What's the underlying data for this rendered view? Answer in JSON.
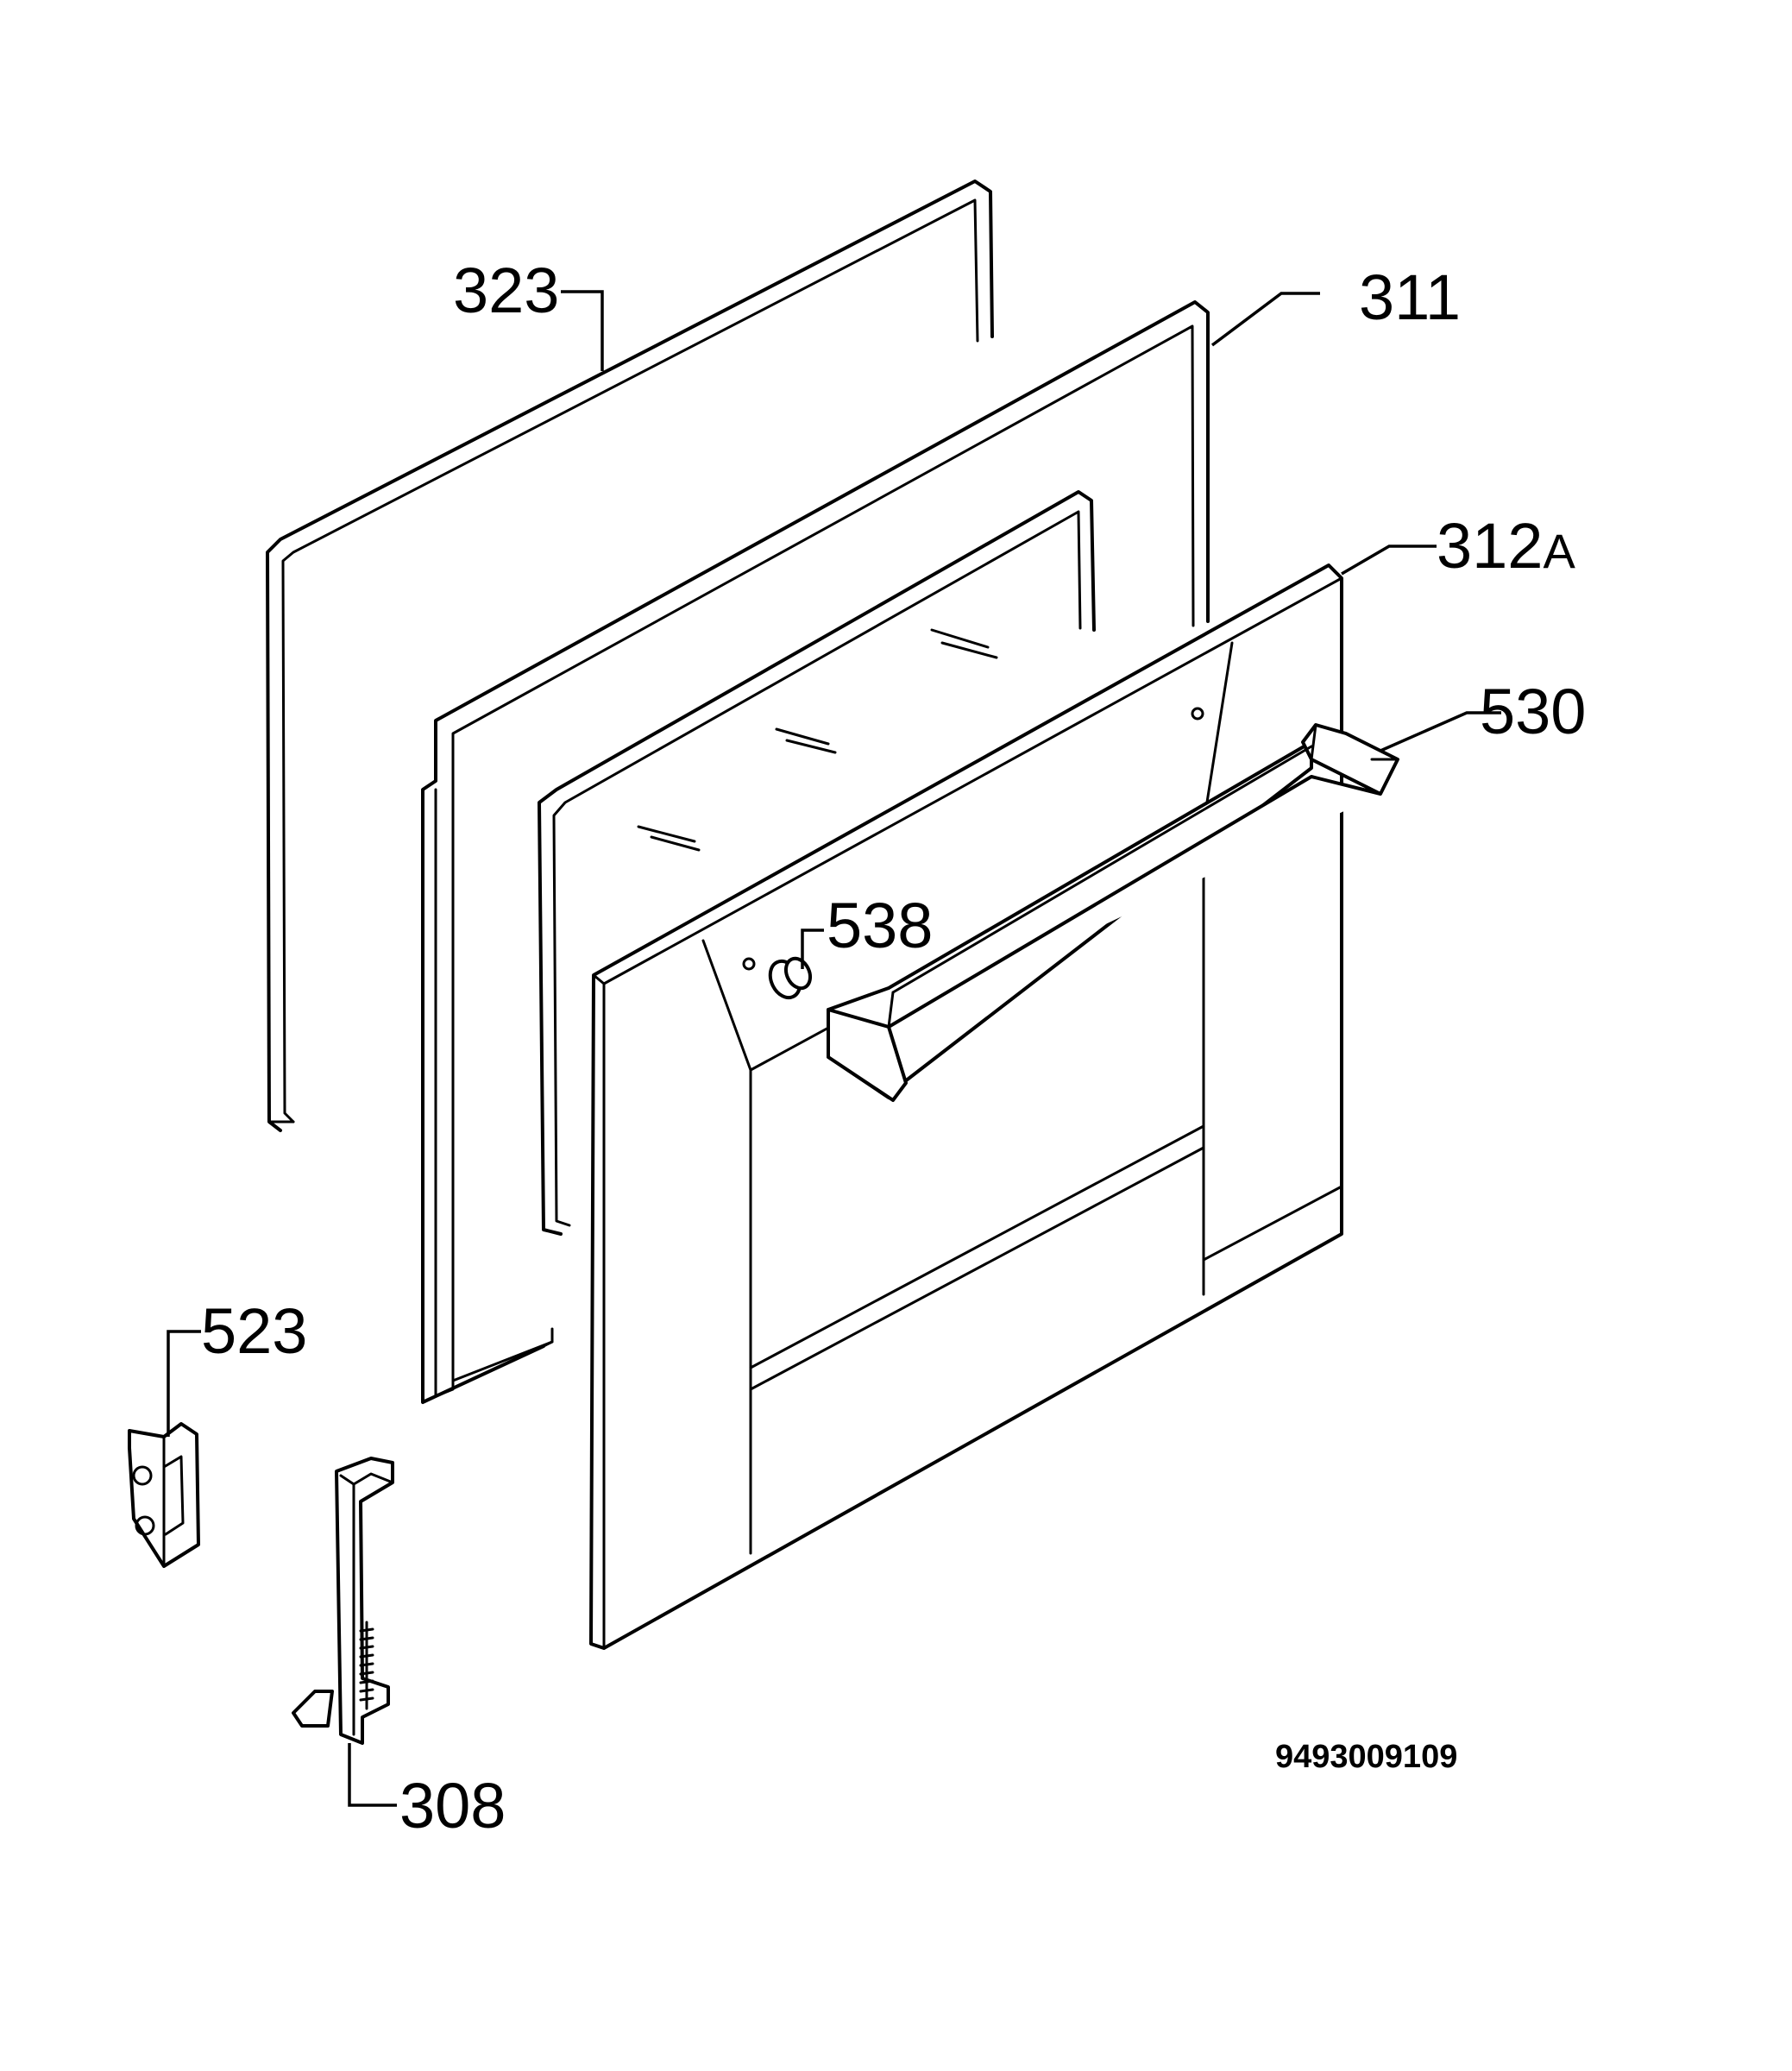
{
  "diagram": {
    "callouts": [
      {
        "id": "323",
        "label": "323"
      },
      {
        "id": "311",
        "label": "311"
      },
      {
        "id": "312a",
        "label": "312",
        "suffix": "A"
      },
      {
        "id": "530",
        "label": "530"
      },
      {
        "id": "538",
        "label": "538"
      },
      {
        "id": "523",
        "label": "523"
      },
      {
        "id": "308",
        "label": "308"
      }
    ],
    "drawing_number": "9493009109"
  }
}
